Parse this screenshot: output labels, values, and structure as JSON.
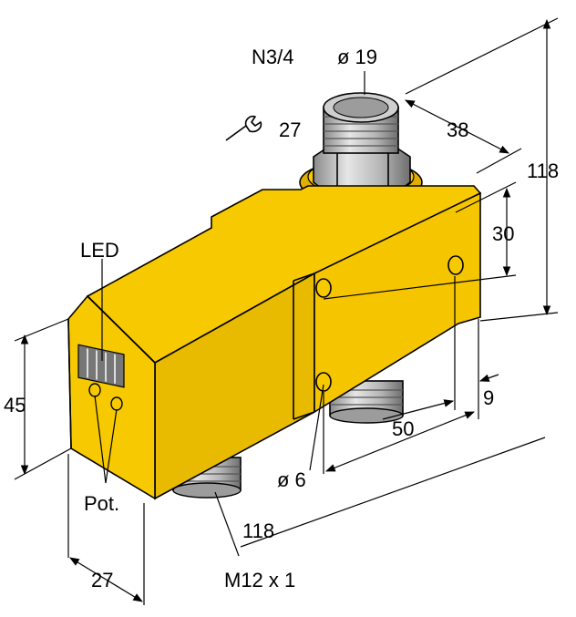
{
  "labels": {
    "thread_top": "N3/4",
    "diameter_top": "ø 19",
    "wrench": "27",
    "depth_top": "38",
    "height_total": "118",
    "hole_spacing_v": "30",
    "led": "LED",
    "height_front": "45",
    "offset_right": "9",
    "hole_spacing_h": "50",
    "hole_diameter": "ø 6",
    "pot": "Pot.",
    "length": "118",
    "width": "27",
    "connector": "M12 x 1"
  },
  "colors": {
    "body_yellow": "#F7C900",
    "body_shadow": "#E0AE00",
    "body_dark": "#C99800",
    "metal_light": "#D9D9D9",
    "metal_mid": "#A8A8A8",
    "metal_dark": "#6E6E6E",
    "line": "#000000"
  },
  "icons": {
    "wrench": "wrench-icon",
    "hole": "mounting-hole-icon"
  }
}
